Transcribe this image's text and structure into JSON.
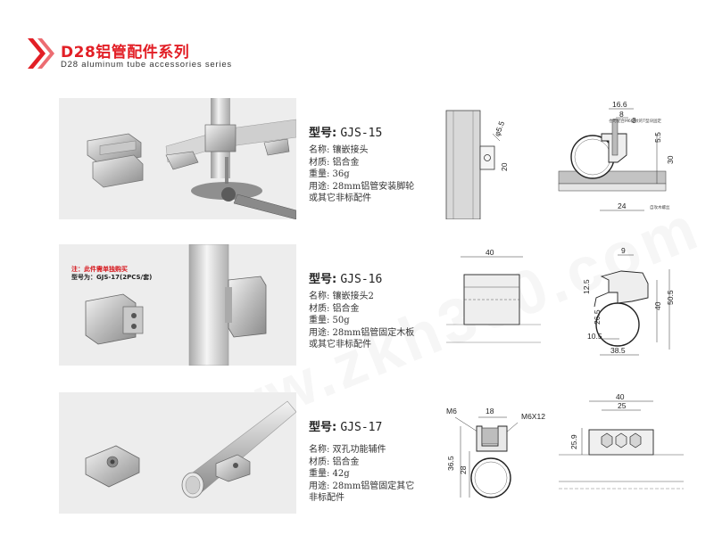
{
  "header": {
    "title_zh": "D28铝管配件系列",
    "title_en": "D28 aluminum tube accessories series",
    "brand_color": "#e21f26"
  },
  "watermark": "www.zkh360.com",
  "products": [
    {
      "model_key": "型号:",
      "model_value": "GJS-15",
      "specs": [
        "名称: 镶嵌接头",
        "材质: 铝合金",
        "重量: 36g",
        "用途: 28mm铝管安装脚轮",
        "或其它非标配件"
      ],
      "dims": [
        "16.6",
        "8",
        "3",
        "5.5",
        "30",
        "20",
        "24",
        "φ5.5"
      ],
      "drawing_notes": [
        "也可配合M6螺纹的T型块固定",
        "自攻木螺丝"
      ]
    },
    {
      "model_key": "型号:",
      "model_value": "GJS-16",
      "specs": [
        "名称: 镶嵌接头2",
        "材质: 铝合金",
        "重量: 50g",
        "用途: 28mm铝管固定木板",
        "或其它非标配件"
      ],
      "dims": [
        "40",
        "9",
        "12.5",
        "26.5",
        "40",
        "50.5",
        "10.5",
        "38.5"
      ],
      "photo_note": {
        "line1": "注：此件需单独购买",
        "line2": "型号为：GJS-17(2PCS/套)"
      }
    },
    {
      "model_key": "型号:",
      "model_value": "GJS-17",
      "specs": [
        "名称: 双孔功能辅件",
        "材质: 铝合金",
        "重量: 42g",
        "用途: 28mm铝管固定其它",
        "非标配件"
      ],
      "dims": [
        "M6",
        "18",
        "M6X12",
        "36.5",
        "28",
        "40",
        "25",
        "25.9"
      ]
    }
  ]
}
